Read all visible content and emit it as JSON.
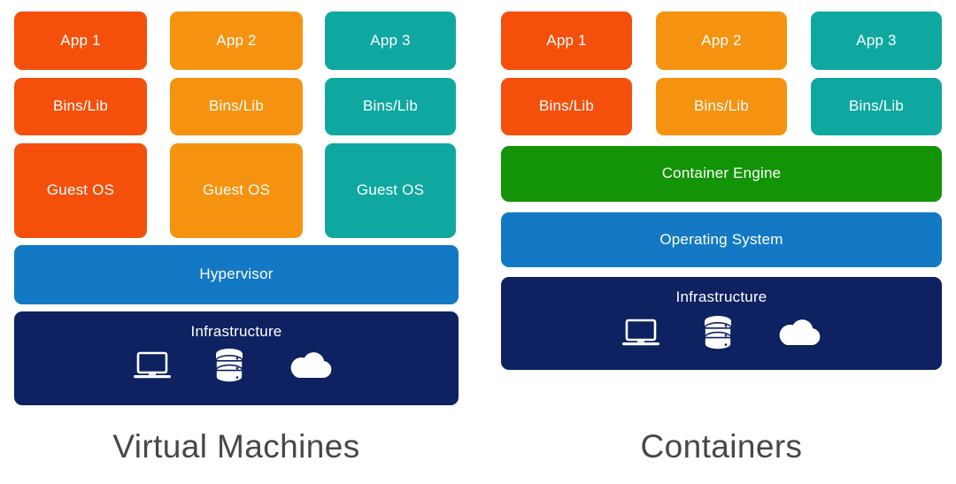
{
  "diagram": {
    "title_left": "Virtual Machines",
    "title_right": "Containers",
    "colors": {
      "orange_red": "#F4500C",
      "amber": "#F59310",
      "teal": "#0FA8A0",
      "blue": "#1379C5",
      "navy": "#0E2160",
      "green": "#129406",
      "title_text": "#474747",
      "background": "#FFFFFF",
      "block_text": "#FFFFFF"
    }
  },
  "vm_panel": {
    "columns": [
      {
        "color_key": "orange_red",
        "app": "App 1",
        "bins": "Bins/Lib",
        "guest_os": "Guest OS"
      },
      {
        "color_key": "amber",
        "app": "App 2",
        "bins": "Bins/Lib",
        "guest_os": "Guest OS"
      },
      {
        "color_key": "teal",
        "app": "App 3",
        "bins": "Bins/Lib",
        "guest_os": "Guest OS"
      }
    ],
    "hypervisor": "Hypervisor",
    "infrastructure": "Infrastructure",
    "infra_icons": [
      "laptop-icon",
      "database-icon",
      "cloud-icon"
    ]
  },
  "container_panel": {
    "columns": [
      {
        "color_key": "orange_red",
        "app": "App 1",
        "bins": "Bins/Lib"
      },
      {
        "color_key": "amber",
        "app": "App 2",
        "bins": "Bins/Lib"
      },
      {
        "color_key": "teal",
        "app": "App 3",
        "bins": "Bins/Lib"
      }
    ],
    "container_engine": "Container Engine",
    "operating_system": "Operating System",
    "infrastructure": "Infrastructure",
    "infra_icons": [
      "laptop-icon",
      "database-icon",
      "cloud-icon"
    ]
  }
}
